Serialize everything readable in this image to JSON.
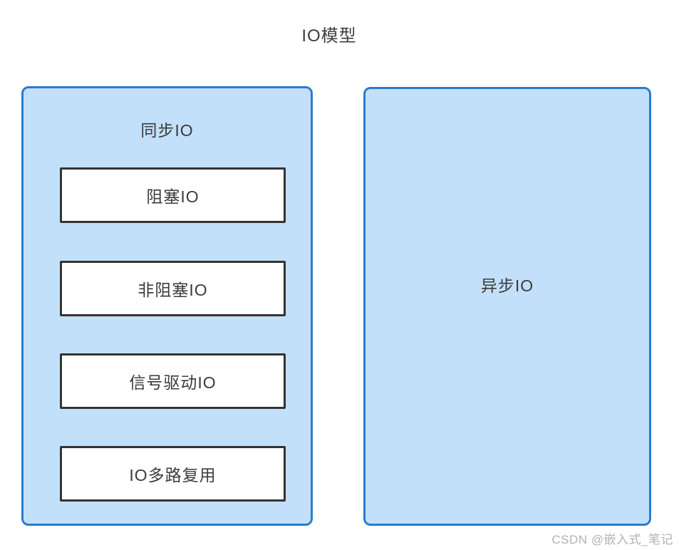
{
  "page": {
    "title": "IO模型",
    "watermark": "CSDN @嵌入式_笔记"
  },
  "diagram": {
    "sync_group": {
      "label": "同步IO",
      "items": [
        {
          "label": "阻塞IO"
        },
        {
          "label": "非阻塞IO"
        },
        {
          "label": "信号驱动IO"
        },
        {
          "label": "IO多路复用"
        }
      ]
    },
    "async_group": {
      "label": "异步IO"
    },
    "colors": {
      "group_fill": "#c3e0fa",
      "group_border": "#2b7ccd",
      "item_fill": "#ffffff",
      "item_border": "#333333",
      "text": "#3b3b3b",
      "watermark": "#b2b2b2"
    }
  }
}
